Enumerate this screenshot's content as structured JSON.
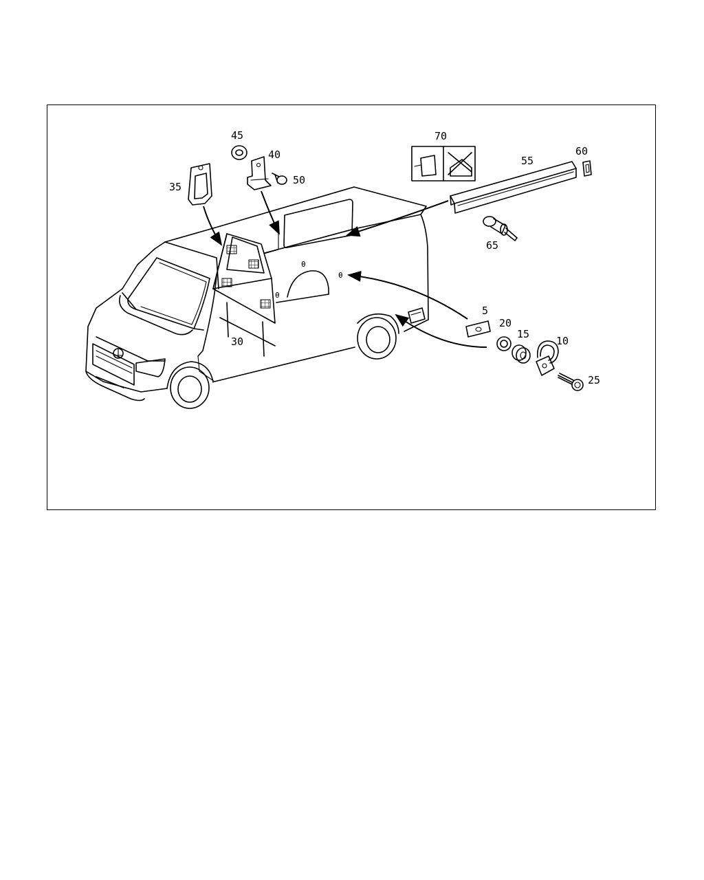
{
  "diagram": {
    "callouts": {
      "p5": "5",
      "p10": "10",
      "p15": "15",
      "p20": "20",
      "p25": "25",
      "p30": "30",
      "p35": "35",
      "p40": "40",
      "p45": "45",
      "p50": "50",
      "p55": "55",
      "p60": "60",
      "p65": "65",
      "p70": "70"
    }
  }
}
